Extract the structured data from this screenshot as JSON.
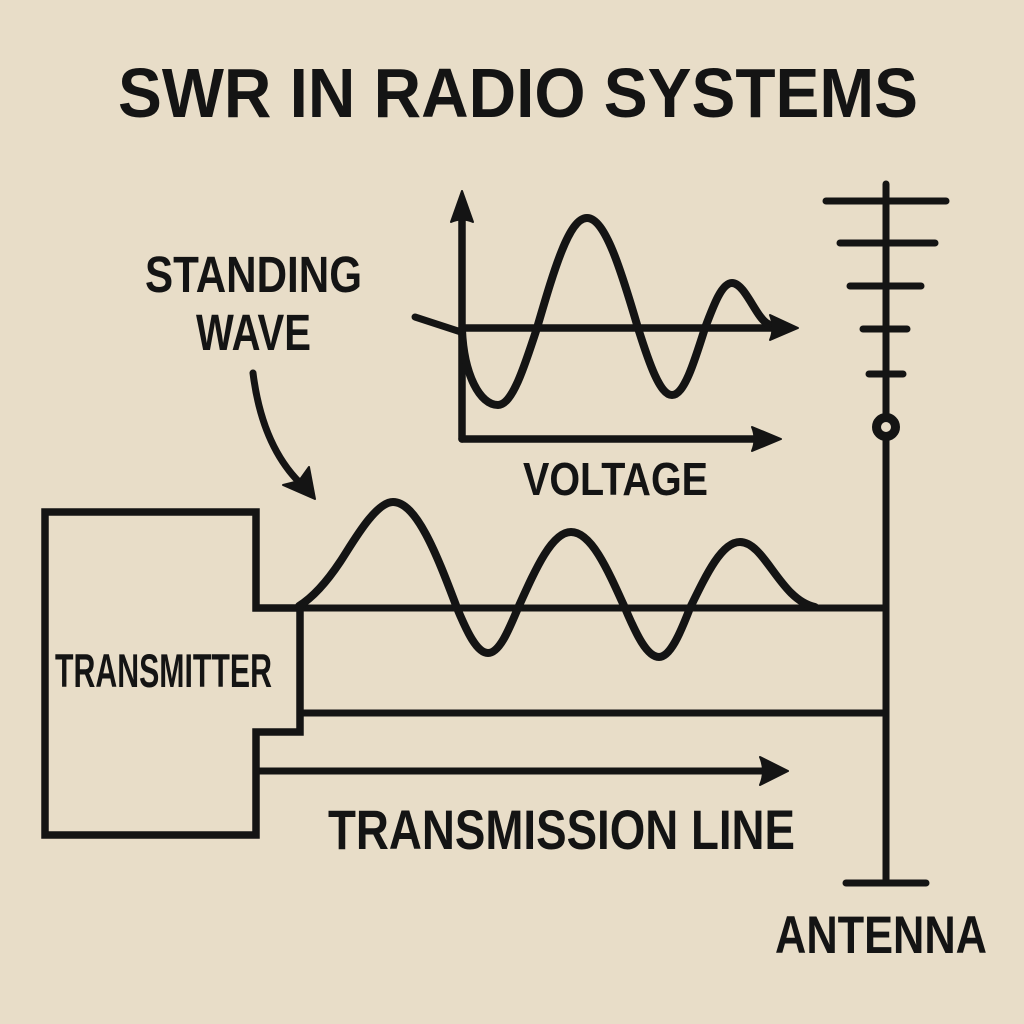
{
  "title": "SWR IN RADIO SYSTEMS",
  "labels": {
    "standing_wave": [
      "STANDING",
      "WAVE"
    ],
    "voltage": "VOLTAGE",
    "transmitter": "TRANSMITTER",
    "transmission_line": "TRANSMISSION LINE",
    "antenna": "ANTENNA"
  },
  "colors": {
    "background": "#E8DDC8",
    "ink": "#141414"
  }
}
